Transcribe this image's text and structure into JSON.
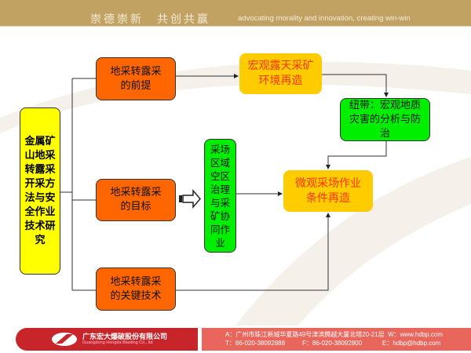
{
  "header": {
    "slogan_cn": "崇德崇新　共创共赢",
    "slogan_en": "advocating morality and innovation, creating win-win"
  },
  "diagram": {
    "root": "金属矿山地采转露采开采方法与安全作业技术研究",
    "premise": "地采转露采的前提",
    "goal": "地采转露采的目标",
    "key_tech": "地采转露采的关键技术",
    "macro": "宏观露天采矿环境再造",
    "link": "纽带：宏观地质灾害的分析与防治",
    "goaf": "采场区域空区治理与采矿协同作业",
    "micro": "微观采场作业条件再造"
  },
  "footer": {
    "company_cn": "广东宏大爆破股份有限公司",
    "company_en": "Guangdong Hongda Blasting Co., ltd",
    "address": "A：广州市珠江新城华夏路49号津滨腾越大厦北塔20-21层",
    "web": "W：www.hdbp.com",
    "tel": "T：86-020-38092888",
    "fax": "F：86-020-38092800",
    "email": "E：hdbp@hdbp.com"
  },
  "colors": {
    "orange": "#ff6600",
    "yellow": "#ffcc00",
    "green": "#00ee00",
    "header": "#c2a263",
    "footer_red": "#c7252a"
  }
}
